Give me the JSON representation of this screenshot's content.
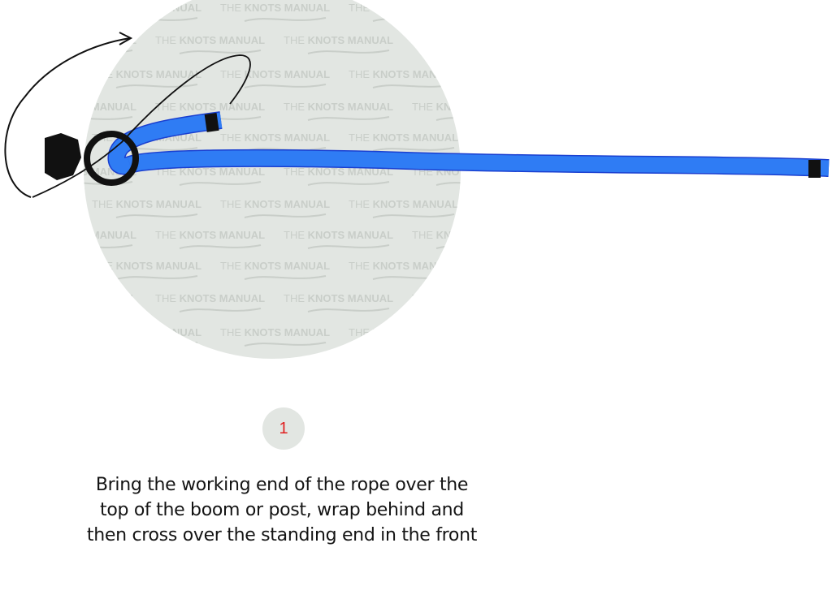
{
  "diagram": {
    "watermark_text": {
      "thin": "THE ",
      "bold": "KNOTS MANUAL"
    },
    "colors": {
      "background_circle": "#e2e6e2",
      "watermark": "#c9cec9",
      "rope_fill": "#2f7cf4",
      "rope_outline": "#1a3fd0",
      "rope_whipping": "#111111",
      "ring": "#111111",
      "hexagon": "#111111",
      "arrow": "#111111",
      "step_number": "#e02020"
    },
    "elements": [
      "background-circle",
      "hexagon-post",
      "ring",
      "rope-standing-end",
      "rope-working-end",
      "direction-arrow",
      "path-guide-line"
    ]
  },
  "step": {
    "number": "1"
  },
  "caption": {
    "lines": [
      "Bring the working end of the rope over the",
      "top of the boom or post, wrap behind and",
      "then cross over the standing end in the front"
    ]
  }
}
